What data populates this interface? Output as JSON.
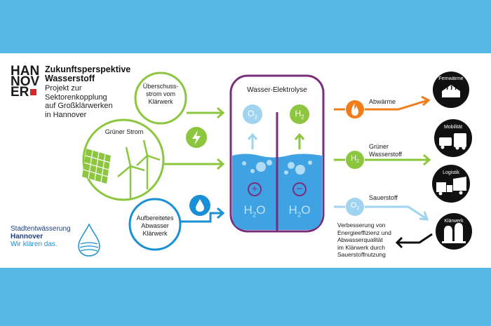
{
  "logo": {
    "line1": "HAN",
    "line2": "NOV",
    "line3": "ER"
  },
  "header": {
    "title_line1": "Zukunftsperspektive",
    "title_line2": "Wasserstoff",
    "subtitle_lines": [
      "Projekt zur",
      "Sektorenkopplung",
      "auf Großklärwerken",
      "in Hannover"
    ]
  },
  "inputs": {
    "surplus": [
      "Überschuss-",
      "strom vom",
      "Klärwerk"
    ],
    "green_power": "Grüner Strom",
    "water": [
      "Aufbereitetes",
      "Abwasser",
      "Klärwerk"
    ]
  },
  "electrolysis": {
    "title": "Wasser-Elektrolyse",
    "left_gas": "O",
    "left_gas_sub": "2",
    "right_gas": "H",
    "right_gas_sub": "2",
    "plus": "+",
    "minus": "−",
    "water_left": "H",
    "water_left_sub": "2",
    "water_left_end": "O",
    "water_right": "H",
    "water_right_sub": "2",
    "water_right_end": "O"
  },
  "outputs": {
    "heat": "Abwärme",
    "green_h2": [
      "Grüner",
      "Wasserstoff"
    ],
    "h2_symbol": "H",
    "h2_sub": "2",
    "oxygen": "Sauerstoff",
    "o2_symbol": "O",
    "o2_sub": "2"
  },
  "targets": {
    "district_heating": "Fernwärme",
    "mobility": "Mobilität",
    "logistics": "Logistik",
    "plant": "Klärwerk"
  },
  "improvement": [
    "Verbesserung von",
    "Energieeffizienz und",
    "Abwasserqualität",
    "im Klärwerk durch",
    "Sauerstoffnutzung"
  ],
  "company": {
    "line1": "Stadtentwässerung",
    "line2": "Hannover",
    "line3": "Wir klären das."
  },
  "colors": {
    "background": "#56b8e6",
    "green": "#8cc63f",
    "blue": "#1a8fd6",
    "light_blue": "#9fd3ef",
    "purple": "#7b2d7d",
    "orange": "#f07d1a",
    "black": "#111111",
    "brand_blue": "#2a6ebb"
  }
}
